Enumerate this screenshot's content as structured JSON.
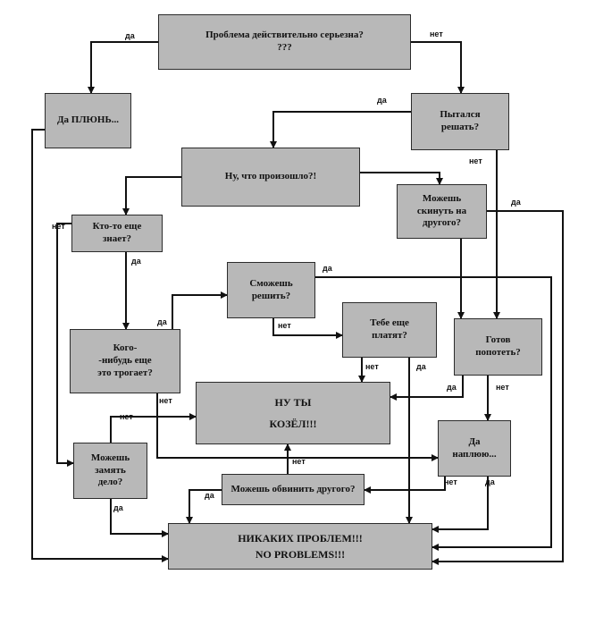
{
  "nodes": {
    "problem": "Проблема действительно серьезна?\n???",
    "spit": "Да ПЛЮНЬ...",
    "tried": "Пытался\nрешать?",
    "what_happened": "Ну, что произошло?!",
    "shift": "Можешь\nскинуть на\nдругого?",
    "who_knows": "Кто-то еще\nзнает?",
    "can_solve": "Сможешь\nрешить?",
    "paid": "Тебе еще\nплатят?",
    "ready_sweat": "Готов\nпопотеть?",
    "anyone_cares": "Кого-\n-нибудь еще\nэто трогает?",
    "fool": "НУ ТЫ\nКОЗЁЛ!!!",
    "hide": "Можешь\nзамять\nдело?",
    "blame": "Можешь обвинить другого?",
    "spit_on": "Да\nнаплюю...",
    "no_problems": "НИКАКИХ ПРОБЛЕМ!!!\nNO PROBLEMS!!!"
  },
  "labels": {
    "yes": "да",
    "no": "нет"
  },
  "colors": {
    "box_fill": "#b8b8b8",
    "box_border": "#2b2b2b",
    "line": "#111111",
    "background": "#ffffff"
  }
}
